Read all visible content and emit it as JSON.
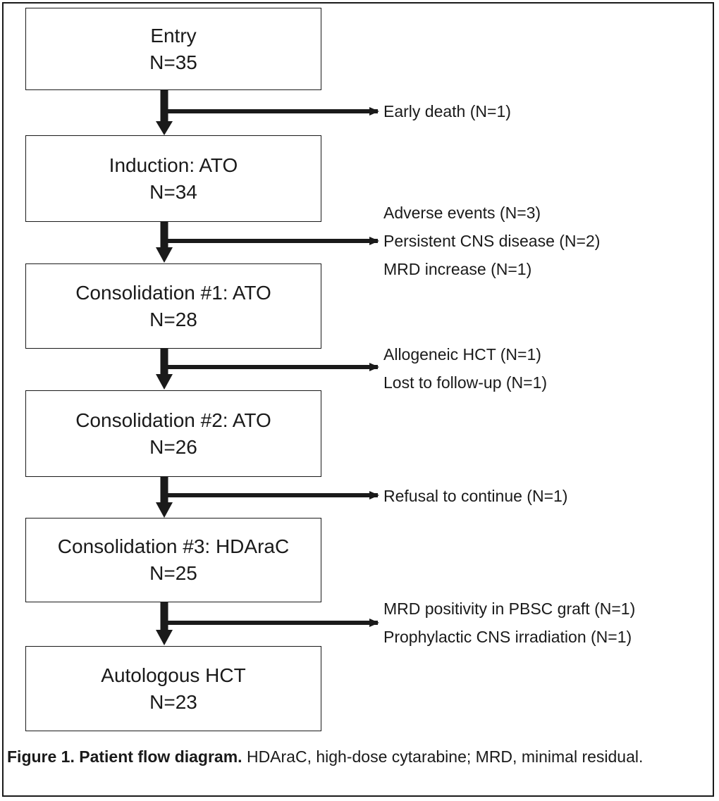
{
  "stages": [
    {
      "name": "Entry",
      "n": "N=35"
    },
    {
      "name": "Induction: ATO",
      "n": "N=34"
    },
    {
      "name": "Consolidation #1: ATO",
      "n": "N=28"
    },
    {
      "name": "Consolidation #2: ATO",
      "n": "N=26"
    },
    {
      "name": "Consolidation #3: HDAraC",
      "n": "N=25"
    },
    {
      "name": "Autologous HCT",
      "n": "N=23"
    }
  ],
  "exits": [
    [
      "Early death (N=1)"
    ],
    [
      "Adverse events (N=3)",
      "Persistent CNS disease (N=2)",
      "MRD increase (N=1)"
    ],
    [
      "Allogeneic HCT (N=1)",
      "Lost to follow-up (N=1)"
    ],
    [
      "Refusal to continue (N=1)"
    ],
    [
      "MRD positivity in PBSC graft (N=1)",
      "Prophylactic CNS irradiation (N=1)"
    ]
  ],
  "caption": {
    "label": "Figure 1. Patient flow diagram.",
    "text": " HDAraC, high-dose cytarabine; MRD, minimal residual."
  },
  "colors": {
    "ink": "#1a1a1a",
    "background": "#ffffff"
  }
}
